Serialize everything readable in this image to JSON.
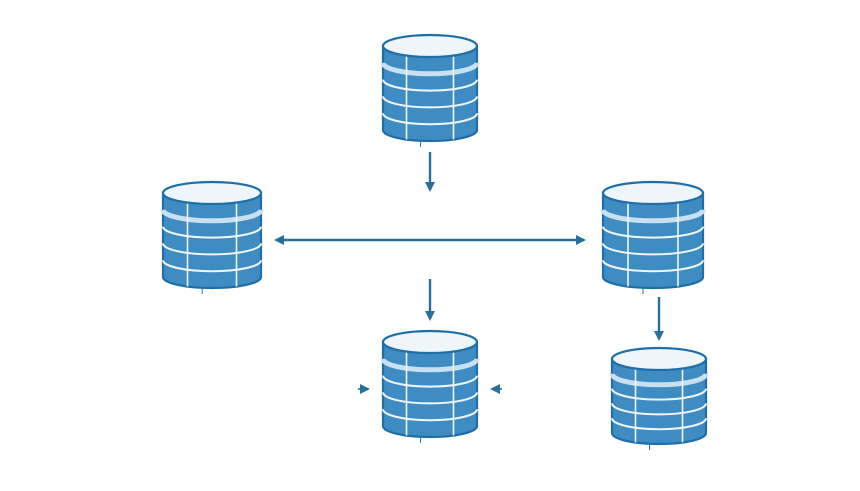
{
  "diagram": {
    "type": "database-topology",
    "node_count": 5,
    "colors": {
      "background": "#ffffff",
      "body_fill": "#3f8cc2",
      "outline": "#1f6ea8",
      "top_fill": "#eef6fb",
      "band_fill": "#c7e0f2",
      "edge": "#2a6f98"
    },
    "nodes": [
      {
        "id": "db-top",
        "icon": "database-icon"
      },
      {
        "id": "db-left",
        "icon": "database-icon"
      },
      {
        "id": "db-right",
        "icon": "database-icon"
      },
      {
        "id": "db-center-bottom",
        "icon": "database-icon"
      },
      {
        "id": "db-right-bottom",
        "icon": "database-icon"
      }
    ],
    "edges": [
      {
        "from": "db-top",
        "to": "center",
        "style": "single-arrow"
      },
      {
        "from": "db-left",
        "to": "db-right",
        "style": "double-arrow"
      },
      {
        "from": "center",
        "to": "db-center-bottom",
        "style": "single-arrow"
      },
      {
        "from": "db-right",
        "to": "db-right-bottom",
        "style": "single-arrow"
      }
    ],
    "side_markers": [
      {
        "target": "db-center-bottom",
        "side": "left",
        "icon": "arrow-right-icon"
      },
      {
        "target": "db-center-bottom",
        "side": "right",
        "icon": "arrow-left-icon"
      }
    ]
  }
}
